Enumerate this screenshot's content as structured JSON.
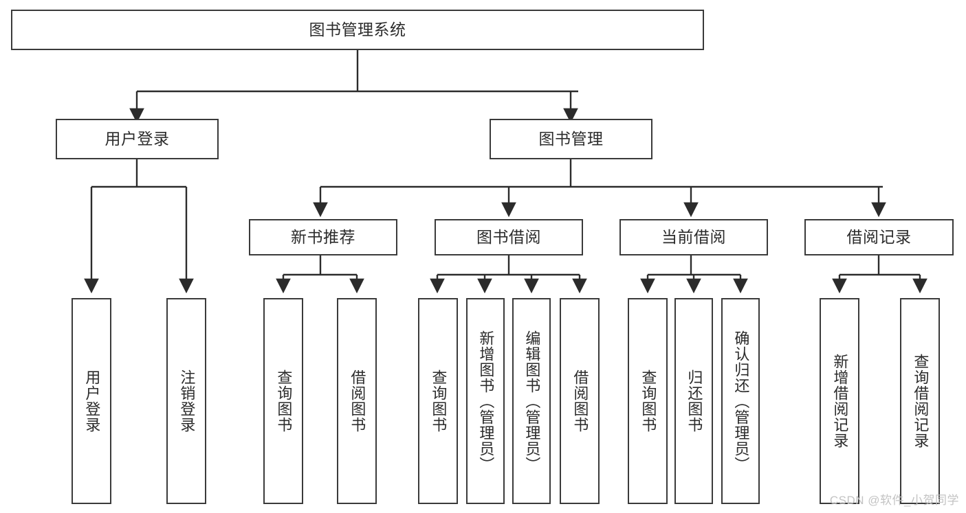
{
  "diagram": {
    "title": "图书管理系统",
    "type": "tree",
    "watermark": "CSDN @软件_小贺同学",
    "colors": {
      "box_border": "#3a3a3a",
      "box_fill": "#ffffff",
      "text": "#2b2b2b",
      "edge": "#2b2b2b",
      "watermark": "#c3c3c3",
      "background": "#ffffff"
    },
    "nodes": {
      "root": {
        "label": "图书管理系统",
        "level": 0,
        "orientation": "horizontal"
      },
      "l1": [
        {
          "id": "user_login",
          "label": "用户登录",
          "orientation": "horizontal"
        },
        {
          "id": "book_manage",
          "label": "图书管理",
          "orientation": "horizontal"
        }
      ],
      "l2": [
        {
          "id": "new_book_rec",
          "label": "新书推荐",
          "orientation": "horizontal",
          "parent": "book_manage"
        },
        {
          "id": "book_borrow",
          "label": "图书借阅",
          "orientation": "horizontal",
          "parent": "book_manage"
        },
        {
          "id": "current_borrow",
          "label": "当前借阅",
          "orientation": "horizontal",
          "parent": "book_manage"
        },
        {
          "id": "borrow_record",
          "label": "借阅记录",
          "orientation": "horizontal",
          "parent": "book_manage"
        }
      ],
      "leaves": [
        {
          "id": "leaf_user_login",
          "label": "用户登录",
          "orientation": "vertical",
          "parent": "user_login"
        },
        {
          "id": "leaf_user_logout",
          "label": "注销登录",
          "orientation": "vertical",
          "parent": "user_login"
        },
        {
          "id": "leaf_query_book_1",
          "label": "查询图书",
          "orientation": "vertical",
          "parent": "new_book_rec"
        },
        {
          "id": "leaf_borrow_book_1",
          "label": "借阅图书",
          "orientation": "vertical",
          "parent": "new_book_rec"
        },
        {
          "id": "leaf_query_book_2",
          "label": "查询图书",
          "orientation": "vertical",
          "parent": "book_borrow"
        },
        {
          "id": "leaf_add_book",
          "label": "新增图书（管理员）",
          "orientation": "vertical",
          "parent": "book_borrow"
        },
        {
          "id": "leaf_edit_book",
          "label": "编辑图书（管理员）",
          "orientation": "vertical",
          "parent": "book_borrow"
        },
        {
          "id": "leaf_borrow_book_2",
          "label": "借阅图书",
          "orientation": "vertical",
          "parent": "book_borrow"
        },
        {
          "id": "leaf_query_book_3",
          "label": "查询图书",
          "orientation": "vertical",
          "parent": "current_borrow"
        },
        {
          "id": "leaf_return_book",
          "label": "归还图书",
          "orientation": "vertical",
          "parent": "current_borrow"
        },
        {
          "id": "leaf_confirm_return",
          "label": "确认归还（管理员）",
          "orientation": "vertical",
          "parent": "current_borrow"
        },
        {
          "id": "leaf_add_record",
          "label": "新增借阅记录",
          "orientation": "vertical",
          "parent": "borrow_record"
        },
        {
          "id": "leaf_query_record",
          "label": "查询借阅记录",
          "orientation": "vertical",
          "parent": "borrow_record"
        }
      ]
    }
  }
}
